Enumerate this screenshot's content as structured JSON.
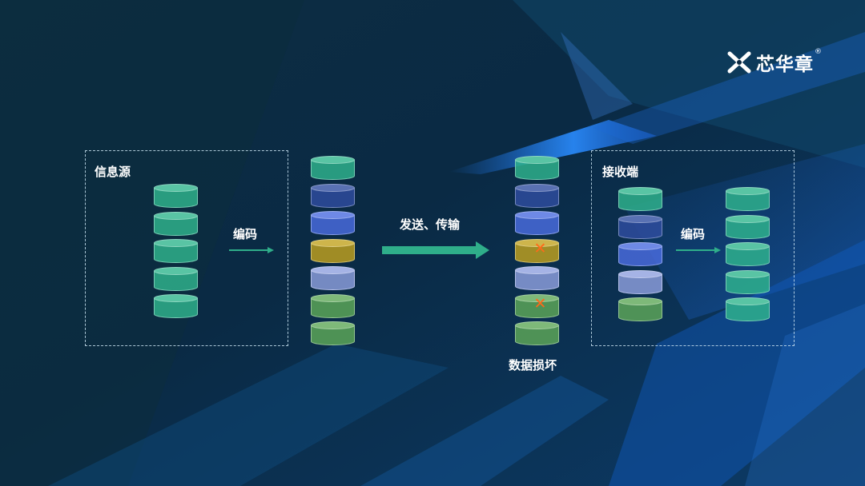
{
  "brand": {
    "name": "芯华章",
    "reg": "®"
  },
  "labels": {
    "source": "信息源",
    "encode1": "编码",
    "transmit": "发送、传输",
    "damage": "数据损坏",
    "receiver": "接收端",
    "encode2": "编码"
  },
  "colors": {
    "teal": "#2fb58d",
    "navy": "#2f4da0",
    "blue": "#4a6ce0",
    "olive": "#c2a21e",
    "lavender": "#8ea0de",
    "green": "#5ea858",
    "cross": "#ff6a1a",
    "arrow": "#2fae8a"
  },
  "stacks": {
    "source": [
      "teal",
      "teal",
      "teal",
      "teal",
      "teal"
    ],
    "encoded": [
      "teal",
      "navy",
      "blue",
      "olive",
      "lavender",
      "green",
      "green"
    ],
    "transmitted": [
      "teal",
      "navy",
      "blue",
      "olive",
      "lavender",
      "green",
      "green"
    ],
    "received": [
      "teal",
      "navy",
      "blue",
      "lavender",
      "green"
    ],
    "decoded": [
      "teal",
      "teal",
      "teal",
      "teal",
      "teal"
    ]
  },
  "damaged_indices": [
    3,
    5
  ],
  "icons": {
    "logo": "xinhuazhang-logo-icon",
    "cross": "damage-cross-icon"
  }
}
